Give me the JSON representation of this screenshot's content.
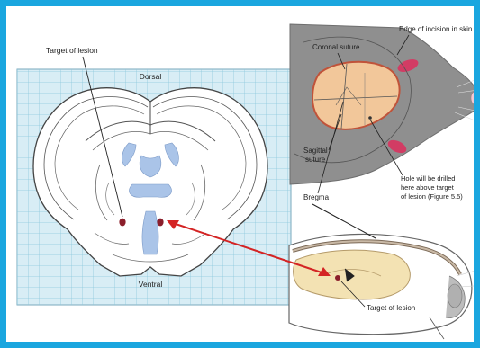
{
  "labels": {
    "target_left": "Target of lesion",
    "dorsal": "Dorsal",
    "ventral": "Ventral",
    "coronal_suture": "Coronal suture",
    "edge_incision": "Edge of incision in skin",
    "sagittal_line1": "Sagittal",
    "sagittal_line2": "suture",
    "bregma": "Bregma",
    "hole_line1": "Hole will be drilled",
    "hole_line2": "here above target",
    "hole_line3": "of lesion (Figure 5.5)",
    "target_right": "Target of lesion"
  },
  "colors": {
    "frame": "#1aa6df",
    "grid_bg": "#d8edf5",
    "grid_line": "#8cc8dc",
    "ventricle": "#aac4e8",
    "lesion": "#8b1e2b",
    "arrow": "#d42424",
    "skull_outline": "#c0533a",
    "skull_fill": "#f2c79a",
    "rat_head": "#8f8f8f",
    "ear": "#d23c64",
    "brain_sagittal": "#f3e2b3"
  }
}
